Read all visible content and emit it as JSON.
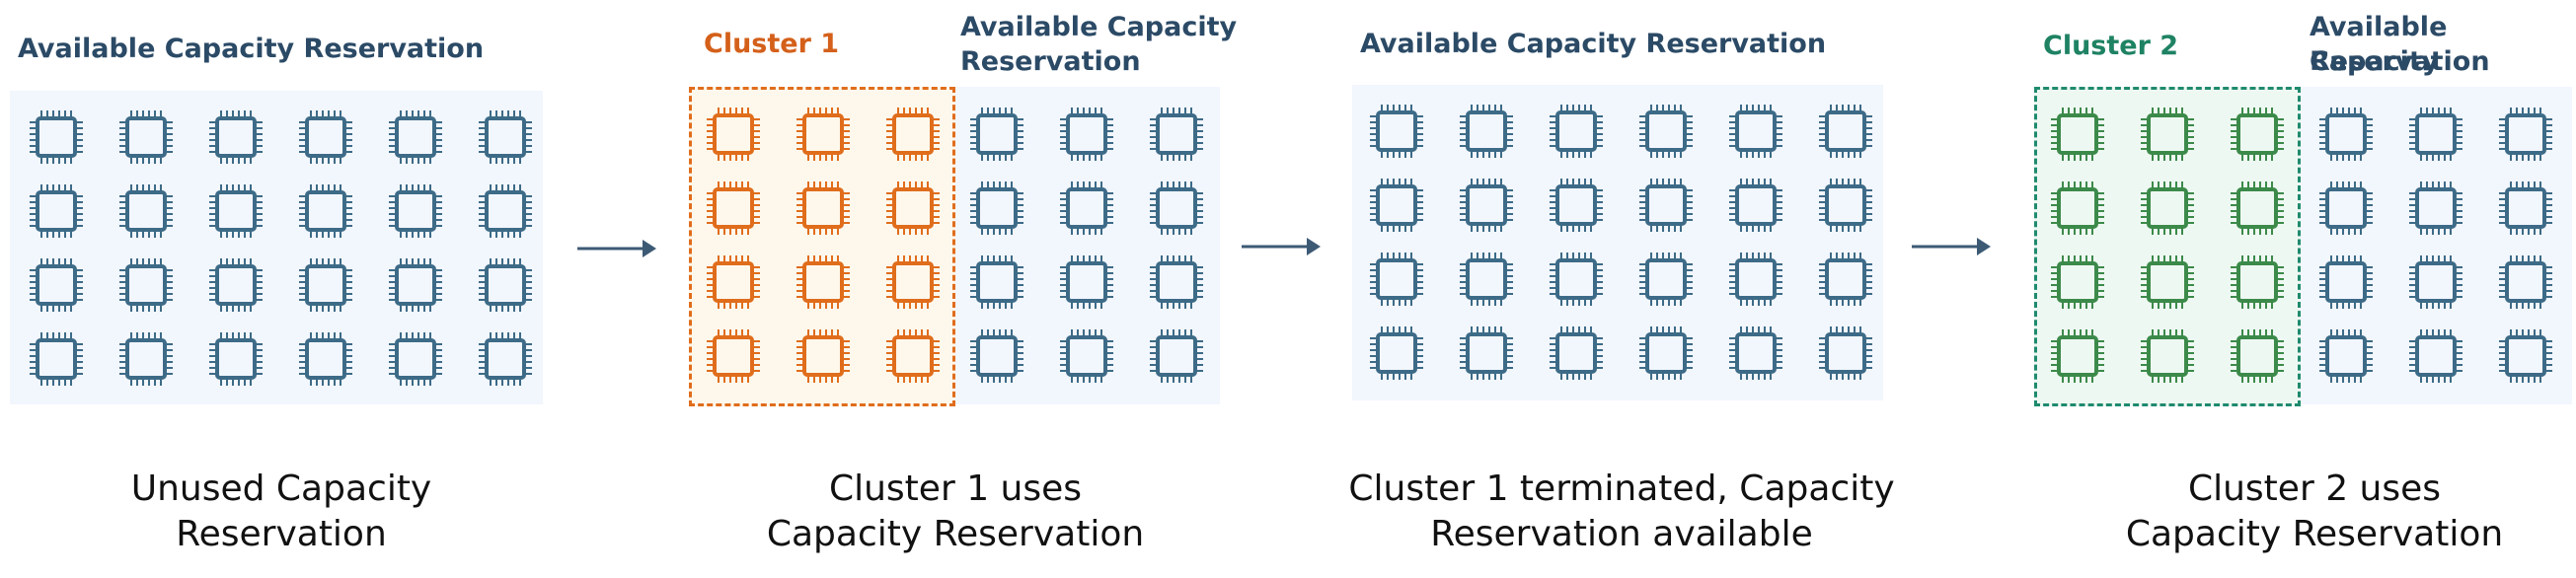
{
  "colors": {
    "chip_blue": "#3d6b87",
    "chip_orange": "#e06d1c",
    "chip_green": "#3c8a4a",
    "label_blue": "#2b4a66",
    "label_orange": "#d4601a",
    "label_green": "#1e8263",
    "panel_bg": "#f2f6fd",
    "cluster1_bg": "#fef8ec",
    "cluster2_bg": "#eef8f2",
    "arrow": "#3d5a75"
  },
  "stage1": {
    "label": "Available Capacity Reservation",
    "caption_line1": "Unused Capacity",
    "caption_line2": "Reservation"
  },
  "stage2": {
    "cluster_label": "Cluster 1",
    "available_label_line1": "Available Capacity",
    "available_label_line2": "Reservation",
    "caption_line1": "Cluster 1 uses",
    "caption_line2": "Capacity Reservation"
  },
  "stage3": {
    "label": "Available Capacity Reservation",
    "caption_line1": "Cluster 1 terminated, Capacity",
    "caption_line2": "Reservation available"
  },
  "stage4": {
    "cluster_label": "Cluster 2",
    "available_label_line1": "Available Capacity",
    "available_label_line2": "Reservation",
    "caption_line1": "Cluster 2 uses",
    "caption_line2": "Capacity Reservation"
  },
  "icons": {
    "chip": "cpu-chip-icon",
    "arrow": "arrow-right-icon"
  }
}
